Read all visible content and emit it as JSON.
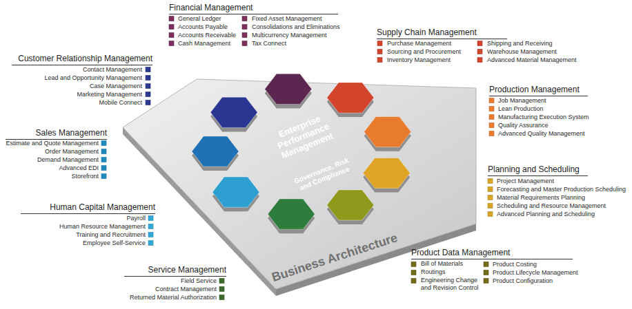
{
  "diagram": {
    "nodes": [
      {
        "text": [
          "Business Architecture"
        ]
      },
      {
        "text": [
          "Enterprise Performance Management",
          "Governance, Risk and Compliance"
        ],
        "in": 0
      }
    ],
    "labels": [
      "Financial Management",
      "General Ledger",
      "Accounts Payable",
      "Accounts Receivable",
      "Cash Management",
      "Fixed Asset Management",
      "Consolidations and Eliminations",
      "Multicurrency Management",
      "Tax Connect",
      "Customer Relationship Management",
      "Contact Management",
      "Lead and Opportunity Management",
      "Case Management",
      "Marketing Management",
      "Mobile Connect",
      "Supply Chain Management",
      "Purchase Management",
      "Sourcing and Procurement",
      "Inventory Management",
      "Shipping and Receiving",
      "Warehouse Management",
      "Advanced Material Management",
      "Production Management",
      "Job Management",
      "Lean Production",
      "Manufacturing Execution System",
      "Quality Assurance",
      "Advanced Quality Management",
      "Sales Management",
      "Estimate and Quote Management",
      "Order Management",
      "Demand Management",
      "Advanced EDI",
      "Storefront",
      "Planning and Scheduling",
      "Project Management",
      "Forecasting and Master Production Scheduling",
      "Material Requirements Planning",
      "Scheduling and Resource Management",
      "Advanced Planning and Scheduling",
      "Human Capital Management",
      "Payroll",
      "Human Resource Management",
      "Training and Recruitment",
      "Employee Self-Service",
      "Product Data Management",
      "Bill of Materials",
      "Routings",
      "Engineering Change and Revision Control",
      "Product Costing",
      "Product Lifecycle Management",
      "Product Configuration",
      "Service Management",
      "Field Service",
      "Contract Management",
      "Returned Material Authorization"
    ]
  }
}
